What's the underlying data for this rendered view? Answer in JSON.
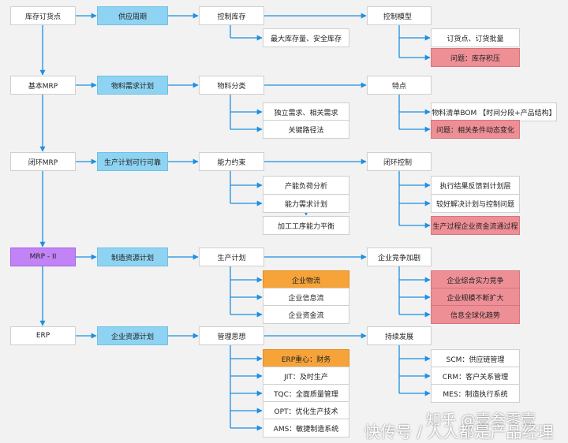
{
  "colors": {
    "line": "#1e90e0",
    "box_fill": "#ffffff",
    "blue_fill": "#8fd3f2",
    "purple_fill": "#c183f5",
    "orange_fill": "#f6a43a",
    "red_fill": "#ee8f96"
  },
  "stages": [
    {
      "name": "库存订货点",
      "concept": "供应周期",
      "focus": "控制库存",
      "focus_details": [
        "最大库存量、安全库存"
      ],
      "outcome": "控制模型",
      "outcome_details": [
        "订货点、订货批量",
        "问题：库存积压"
      ]
    },
    {
      "name": "基本MRP",
      "concept": "物料需求计划",
      "focus": "物料分类",
      "focus_details": [
        "独立需求、相关需求",
        "关键路径法"
      ],
      "outcome": "特点",
      "outcome_details": [
        "物料清单BOM 【时间分段+产品结构】",
        "问题：相关条件动态变化"
      ]
    },
    {
      "name": "闭环MRP",
      "concept": "生产计划可行可靠",
      "focus": "能力约束",
      "focus_details": [
        "产能负荷分析",
        "能力需求计划",
        "加工工序能力平衡"
      ],
      "outcome": "闭环控制",
      "outcome_details": [
        "执行结果反馈到计划层",
        "较好解决计划与控制问题",
        "生产过程企业资金流通过程"
      ]
    },
    {
      "name": "MRP - II",
      "concept": "制造资源计划",
      "focus": "生产计划",
      "focus_details": [
        "企业物流",
        "企业信息流",
        "企业资金流"
      ],
      "outcome": "企业竞争加剧",
      "outcome_details": [
        "企业综合实力竞争",
        "企业规模不断扩大",
        "信息全球化趋势"
      ]
    },
    {
      "name": "ERP",
      "concept": "企业资源计划",
      "focus": "管理思想",
      "focus_details": [
        "ERP重心：财务",
        "JIT：及时生产",
        "TQC：全面质量管理",
        "OPT：优化生产技术",
        "AMS：敏捷制造系统"
      ],
      "outcome": "持续发展",
      "outcome_details": [
        "SCM：供应链管理",
        "CRM：客户关系管理",
        "MES：制造执行系统"
      ]
    }
  ],
  "watermark": {
    "line1": "知乎 @壹叁零壹",
    "line2": "快传号 / 人人都是产品经理"
  }
}
